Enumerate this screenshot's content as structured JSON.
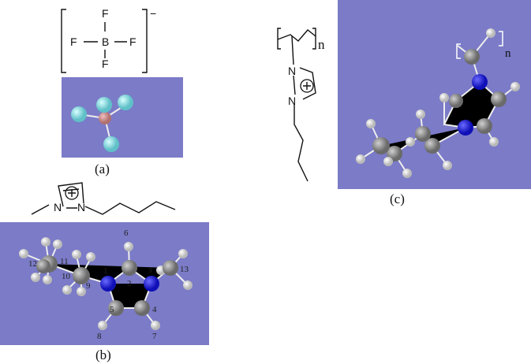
{
  "colors": {
    "background": "#7b7bc8",
    "nitrogen": "#1a1adc",
    "carbon": "#8c8c8c",
    "hydrogen": "#e6e6e6",
    "boron": "#d89a9a",
    "fluorine": "#8fe0e0"
  },
  "panel_a": {
    "label": "(a)",
    "formula": {
      "center": "B",
      "ligand": "F",
      "charge": "−"
    }
  },
  "panel_b": {
    "label": "(b)",
    "atom_numbers": [
      "1",
      "2",
      "3",
      "4",
      "5",
      "6",
      "7",
      "8",
      "9",
      "10",
      "11",
      "12",
      "13"
    ]
  },
  "panel_c": {
    "label": "(c)",
    "repeat_subscript": "n"
  }
}
